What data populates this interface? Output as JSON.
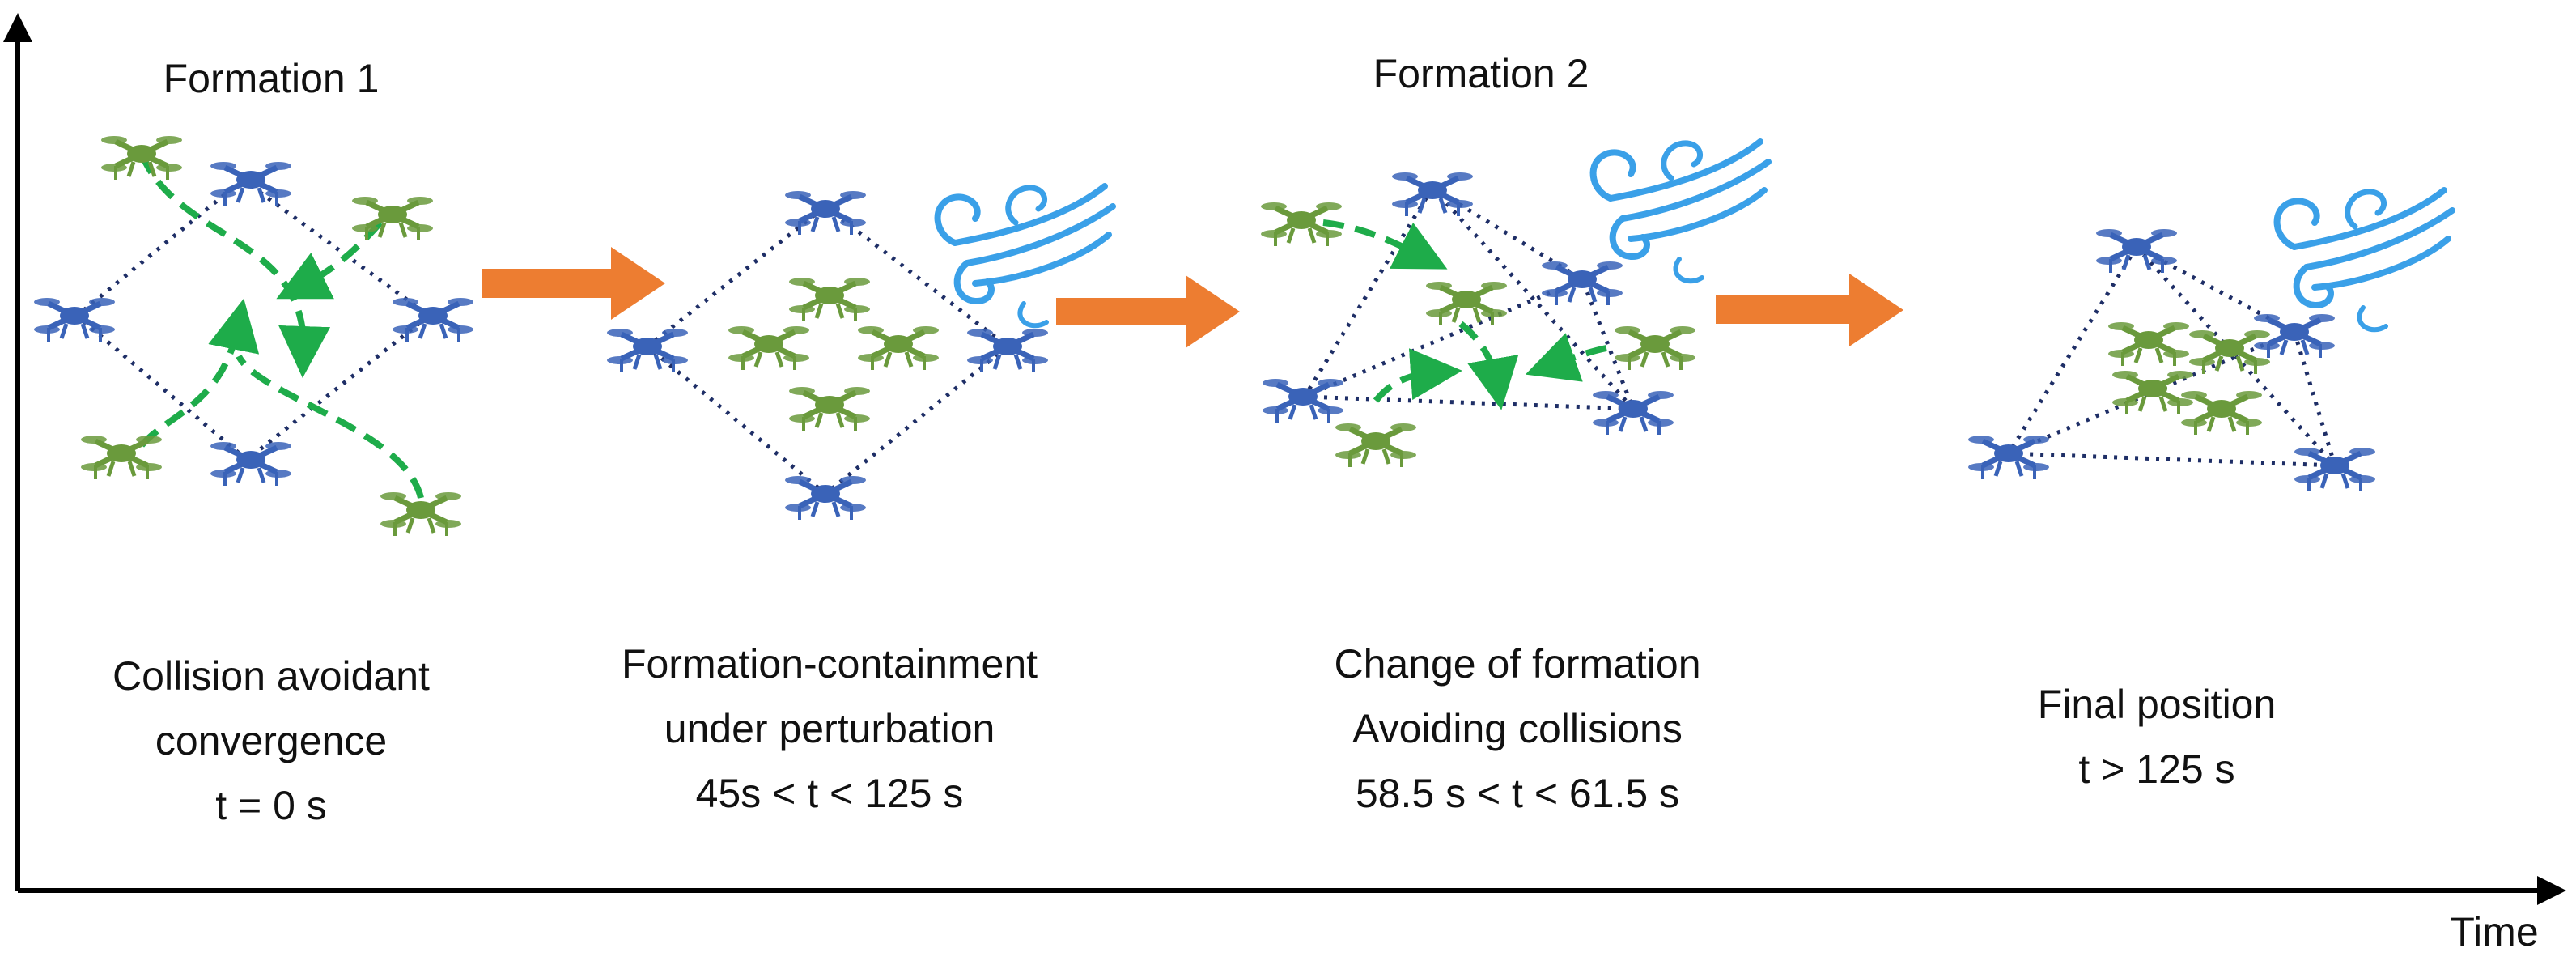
{
  "axis": {
    "x_label": "Time"
  },
  "panels": [
    {
      "title": "Formation 1",
      "caption": [
        "Collision avoidant",
        "convergence",
        "t = 0 s"
      ]
    },
    {
      "title": "",
      "caption": [
        "Formation-containment",
        "under perturbation",
        "45s < t < 125 s"
      ]
    },
    {
      "title": "Formation 2",
      "caption": [
        "Change of formation",
        "Avoiding collisions",
        "58.5 s < t < 61.5 s"
      ]
    },
    {
      "title": "",
      "caption": [
        "Final position",
        "t > 125 s"
      ]
    }
  ],
  "colors": {
    "leader_drone": "#3a63b8",
    "follower_drone": "#6a9a3c",
    "formation_line": "#1e2e66",
    "path_arrow": "#1eac4a",
    "transition_arrow": "#ed7d31",
    "wind": "#3aa0e8",
    "axis": "#000000"
  },
  "icons": [
    "leader-drone-icon",
    "follower-drone-icon",
    "wind-icon",
    "transition-arrow-icon",
    "path-arrow-icon"
  ]
}
